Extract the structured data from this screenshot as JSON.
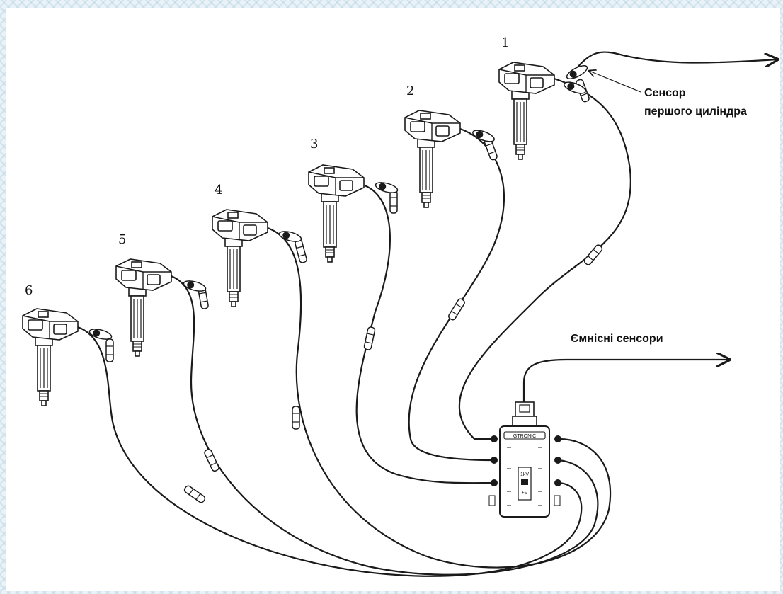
{
  "coils": [
    {
      "number": "1"
    },
    {
      "number": "2"
    },
    {
      "number": "3"
    },
    {
      "number": "4"
    },
    {
      "number": "5"
    },
    {
      "number": "6"
    }
  ],
  "labels": {
    "first_cylinder_line1": "Сенсор",
    "first_cylinder_line2": "першого циліндра",
    "capacitive_sensors": "Ємнісні сенсори"
  },
  "module": {
    "brand": "GTRONIC",
    "switch_top": "1kV",
    "switch_bottom": "+V"
  }
}
